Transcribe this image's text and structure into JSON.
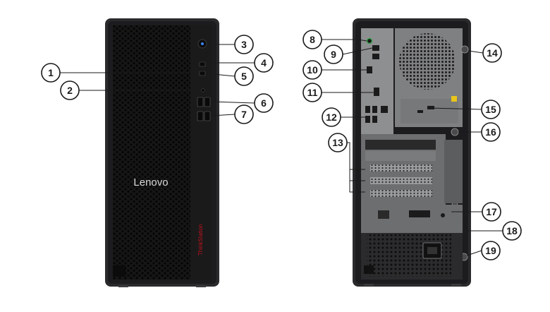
{
  "brand": {
    "front_logo": "Lenovo",
    "side_logo": "ThinkStation"
  },
  "callouts": [
    "1",
    "2",
    "3",
    "4",
    "5",
    "6",
    "7",
    "8",
    "9",
    "10",
    "11",
    "12",
    "13",
    "14",
    "15",
    "16",
    "17",
    "18",
    "19"
  ],
  "colors": {
    "chassis": "#1c1c1e",
    "chassis_edge": "#3a3a3c",
    "io_plate": "#8e8f91",
    "slot_metal": "#6d6e70",
    "accent_red": "#c0121a",
    "power_led": "#3b82f6",
    "audio_green": "#37a34a"
  },
  "icons": [
    "power-button-icon",
    "usb-port-icon",
    "audio-jack-icon",
    "fan-grille-icon",
    "power-socket-icon"
  ]
}
